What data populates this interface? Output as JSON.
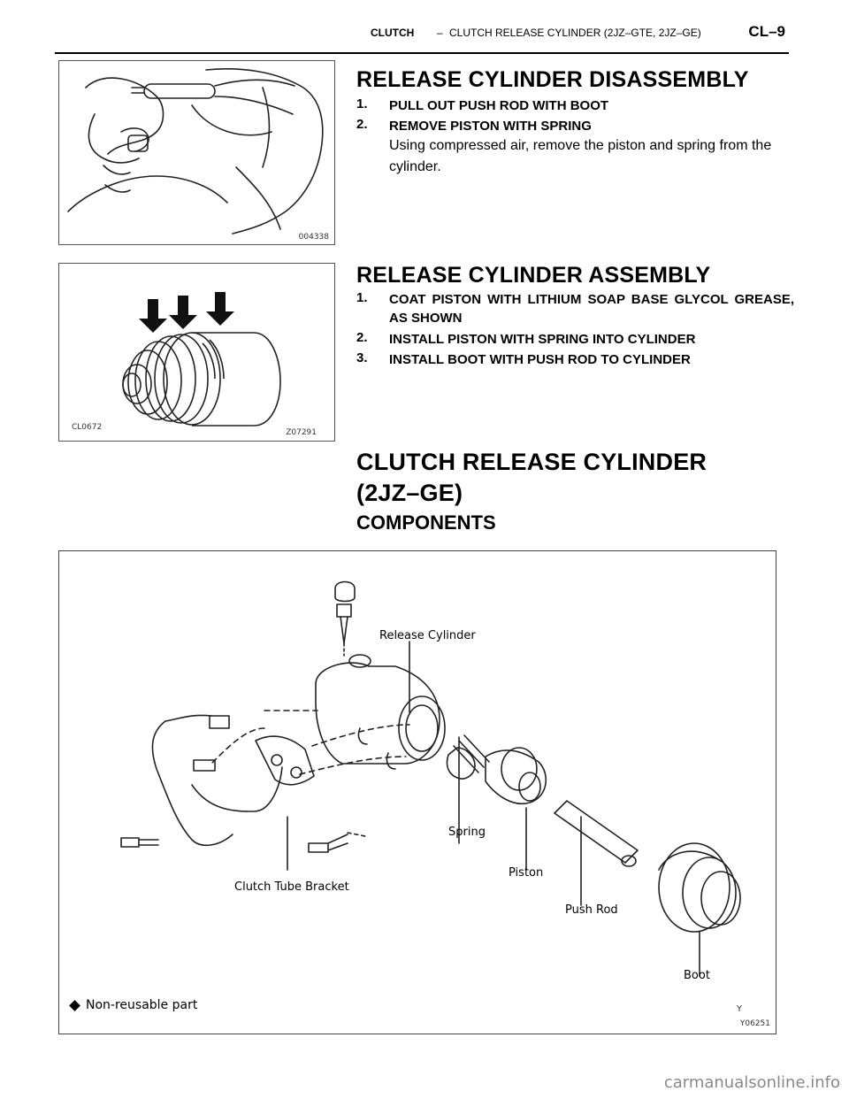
{
  "header": {
    "section": "CLUTCH",
    "dash": "–",
    "title": "CLUTCH RELEASE CYLINDER (2JZ–GTE, 2JZ–GE)",
    "page": "CL–9"
  },
  "figures": {
    "fig1_code": "004338",
    "fig2_code_left": "CL0672",
    "fig2_code_right": "Z07291",
    "fig3_code": "Y06251",
    "fig3_mark": "Y"
  },
  "disassembly": {
    "title": "RELEASE CYLINDER DISASSEMBLY",
    "steps": [
      {
        "num": "1.",
        "text": "PULL OUT PUSH ROD WITH BOOT"
      },
      {
        "num": "2.",
        "text": "REMOVE PISTON WITH SPRING"
      }
    ],
    "desc": "Using compressed air, remove the piston and spring from the cylinder."
  },
  "assembly": {
    "title": "RELEASE CYLINDER ASSEMBLY",
    "steps": [
      {
        "num": "1.",
        "text": "COAT PISTON WITH LITHIUM SOAP BASE GLYCOL GREASE, AS SHOWN"
      },
      {
        "num": "2.",
        "text": "INSTALL PISTON WITH SPRING INTO CYLINDER"
      },
      {
        "num": "3.",
        "text": "INSTALL BOOT WITH PUSH ROD TO CYLINDER"
      }
    ]
  },
  "components": {
    "title_line1": "CLUTCH RELEASE CYLINDER",
    "title_line2": "(2JZ–GE)",
    "subtitle": "COMPONENTS",
    "labels": {
      "release_cylinder": "Release Cylinder",
      "spring": "Spring",
      "piston": "Piston",
      "push_rod": "Push Rod",
      "boot": "Boot",
      "clutch_tube_bracket": "Clutch Tube Bracket"
    },
    "legend": "Non-reusable part"
  },
  "watermark": "carmanualsonline.info"
}
